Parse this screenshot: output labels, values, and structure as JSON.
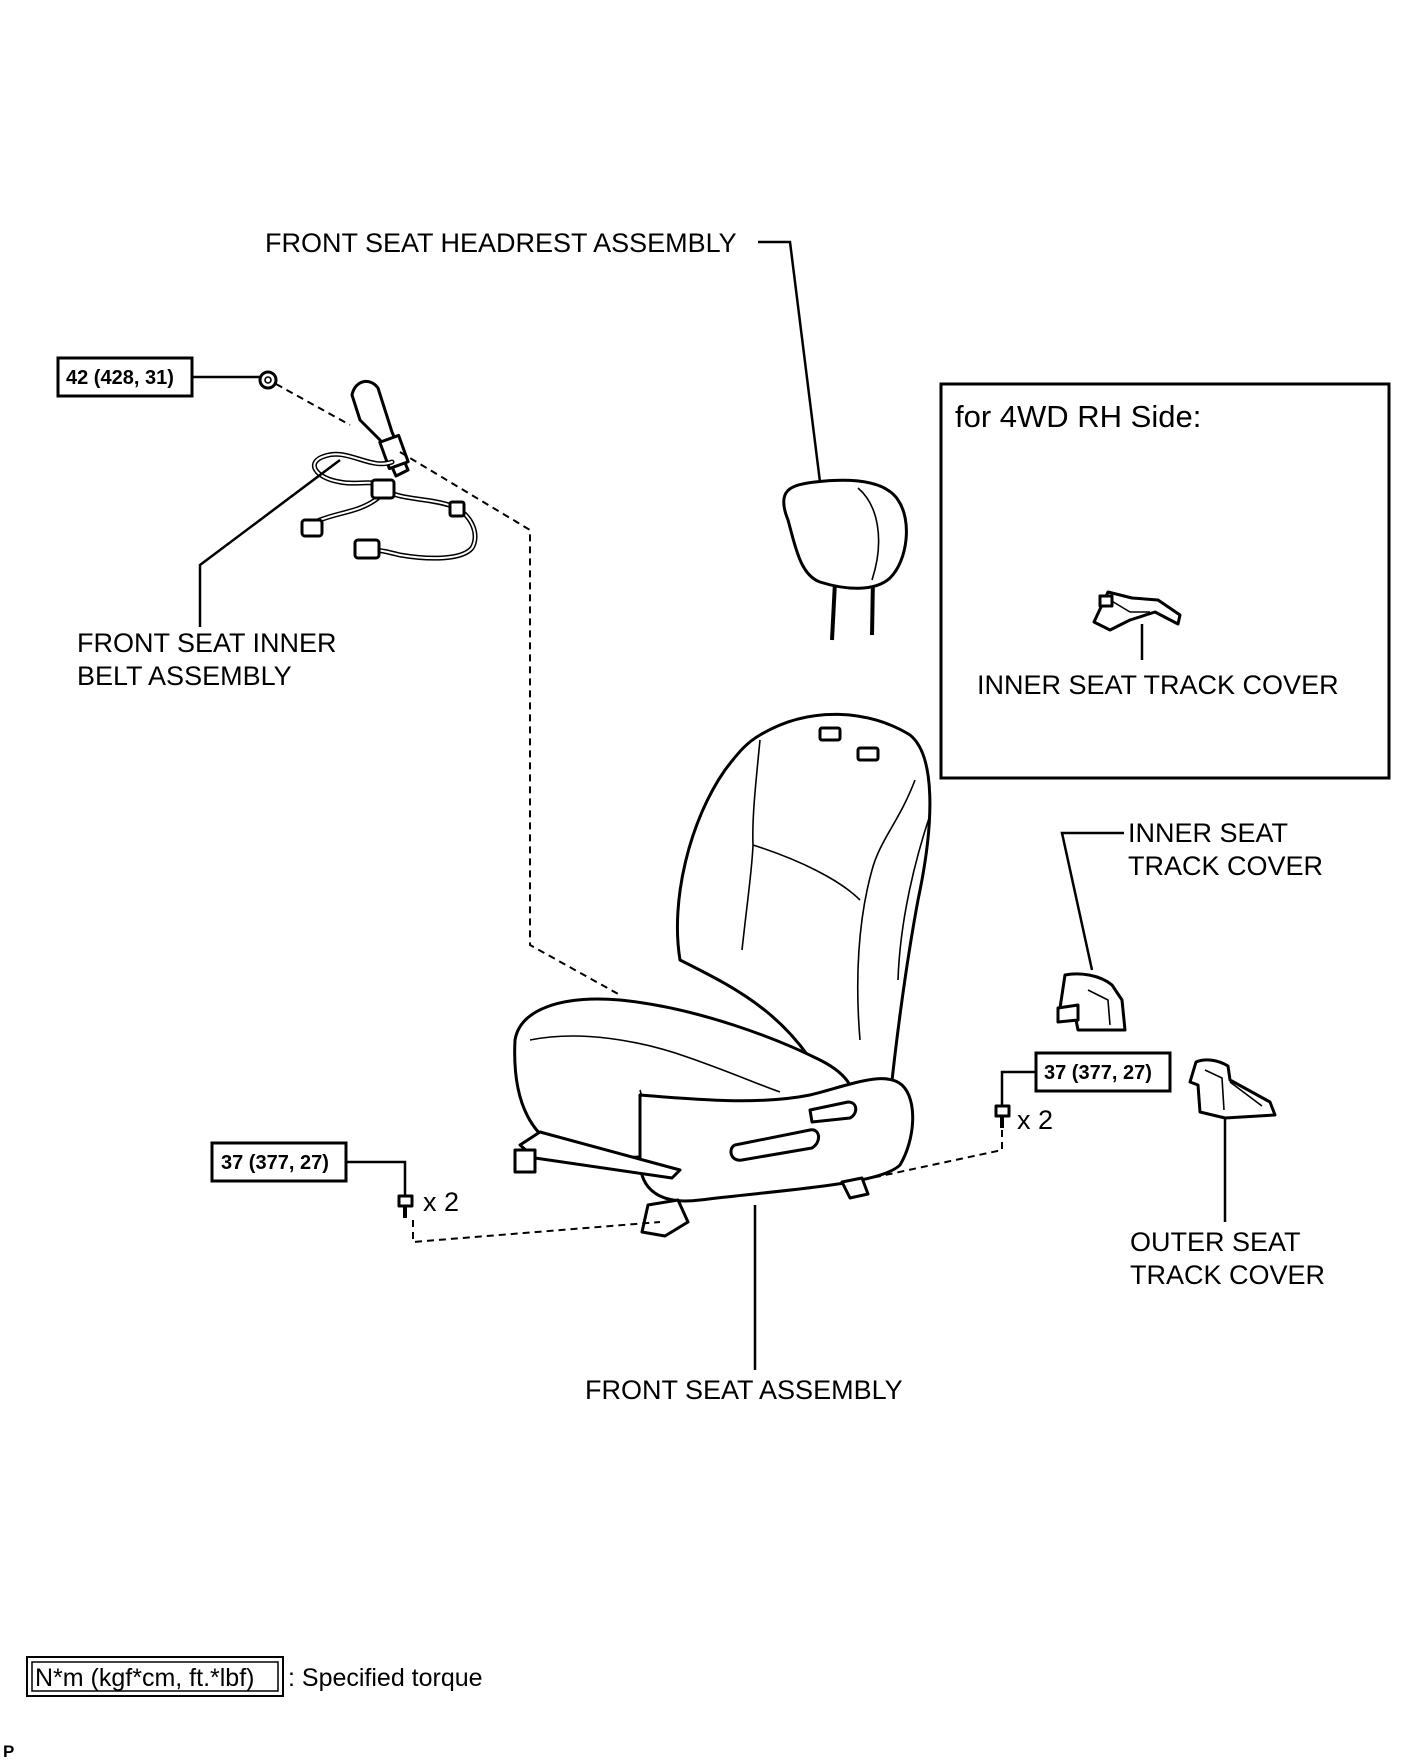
{
  "labels": {
    "headrest": "FRONT SEAT HEADREST ASSEMBLY",
    "inner_belt_line1": "FRONT SEAT INNER",
    "inner_belt_line2": "BELT ASSEMBLY",
    "inset_title": "for 4WD RH Side:",
    "inset_track_cover": "INNER SEAT TRACK COVER",
    "inner_track_line1": "INNER SEAT",
    "inner_track_line2": "TRACK COVER",
    "outer_track_line1": "OUTER SEAT",
    "outer_track_line2": "TRACK COVER",
    "seat_assembly": "FRONT SEAT ASSEMBLY"
  },
  "torque": {
    "belt_nut": "42 (428, 31)",
    "left_bolt": "37 (377, 27)",
    "right_bolt": "37 (377, 27)"
  },
  "quantity": {
    "left_bolt": "x 2",
    "right_bolt": "x 2"
  },
  "legend": {
    "unit_box": "N*m (kgf*cm, ft.*lbf)",
    "description": ": Specified torque"
  },
  "corner_mark": "P"
}
